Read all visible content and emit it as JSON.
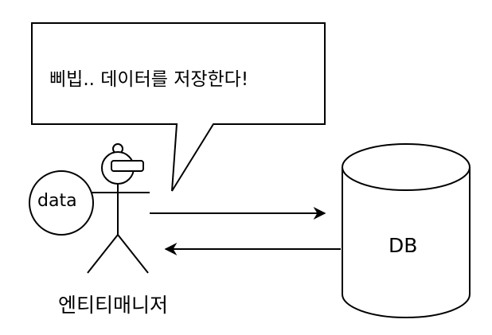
{
  "speech_bubble": {
    "text": "삐빕.. 데이터를 저장한다!"
  },
  "data_node": {
    "label": "data"
  },
  "database": {
    "label": "DB"
  },
  "actor": {
    "label": "엔티티매니저"
  },
  "colors": {
    "stroke": "#000000",
    "background": "#ffffff"
  }
}
